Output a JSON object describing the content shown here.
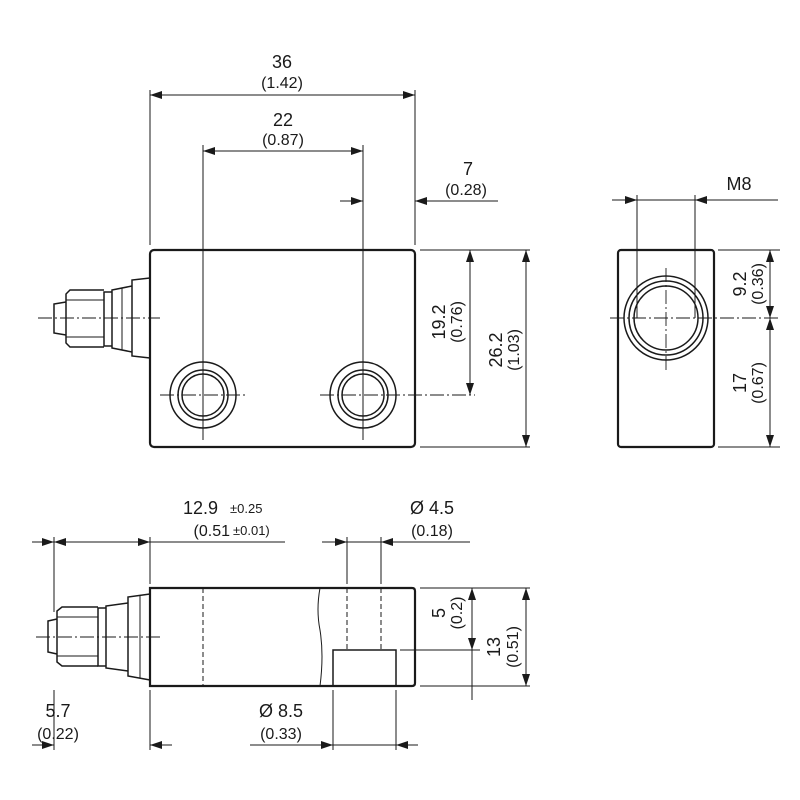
{
  "dimensions": {
    "overall_length": {
      "mm": "36",
      "inch": "(1.42)"
    },
    "hole_spacing": {
      "mm": "22",
      "inch": "(0.87)"
    },
    "hole_edge_offset": {
      "mm": "7",
      "inch": "(0.28)"
    },
    "thread": {
      "label": "M8"
    },
    "hole_height": {
      "mm": "19.2",
      "inch": "(0.76)"
    },
    "overall_height": {
      "mm": "26.2",
      "inch": "(1.03)"
    },
    "thread_axis_top": {
      "mm": "9.2",
      "inch": "(0.36)"
    },
    "thread_axis_bottom": {
      "mm": "17",
      "inch": "(0.67)"
    },
    "connector_offset": {
      "mm": "12.9",
      "mm_tol": "±0.25",
      "inch": "(0.51",
      "inch_tol": "±0.01)"
    },
    "hole_diameter": {
      "mm": "Ø 4.5",
      "inch": "(0.18)"
    },
    "counterbore_depth": {
      "mm": "5",
      "inch": "(0.2)"
    },
    "thickness": {
      "mm": "13",
      "inch": "(0.51)"
    },
    "connector_length": {
      "mm": "5.7",
      "inch": "(0.22)"
    },
    "counterbore_diameter": {
      "mm": "Ø 8.5",
      "inch": "(0.33)"
    }
  }
}
